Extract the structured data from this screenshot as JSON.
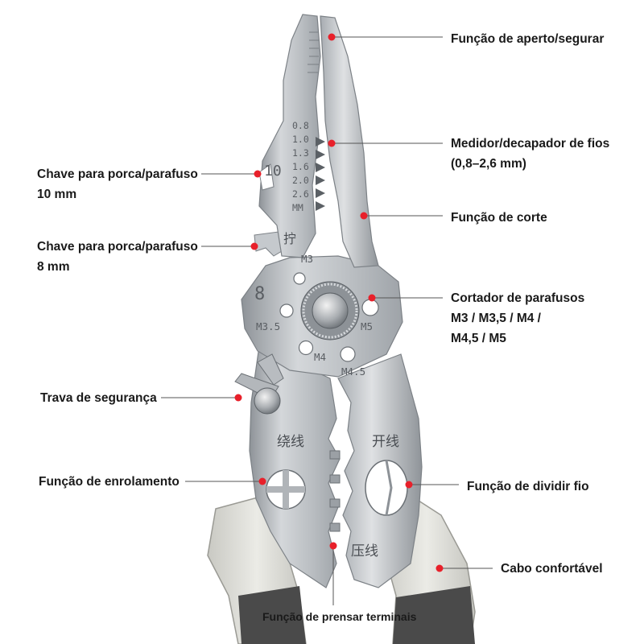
{
  "colors": {
    "accent": "#e8202a",
    "steel": "#bfc3c7",
    "grip_light": "#dcdcd6",
    "grip_dark": "#4a4a4a",
    "text": "#1a1a1a"
  },
  "callouts": {
    "grip": "Função de aperto/segurar",
    "gauge_line1": "Medidor/decapador de fios",
    "gauge_line2": "(0,8–2,6 mm)",
    "cut": "Função de corte",
    "bolt_line1": "Cortador de parafusos",
    "bolt_line2": "M3 / M3,5 / M4 /",
    "bolt_line3": "M4,5 / M5",
    "nut10_line1": "Chave para porca/parafuso",
    "nut10_line2": "10 mm",
    "nut8_line1": "Chave para porca/parafuso",
    "nut8_line2": "8 mm",
    "lock": "Trava de segurança",
    "wind": "Função de enrolamento",
    "split": "Função de dividir fio",
    "handle": "Cabo confortável",
    "crimp": "Função de prensar terminais"
  },
  "tool_markings": {
    "gauges": [
      "0.8",
      "1.0",
      "1.3",
      "1.6",
      "2.0",
      "2.6"
    ],
    "gauge_unit": "MM",
    "wrench_10": "10",
    "wrench_8": "8",
    "bolt_sizes": [
      "M3",
      "M3.5",
      "M4",
      "M4.5",
      "M5"
    ],
    "char_twist": "拧",
    "char_wind": "绕线",
    "char_strip": "开线",
    "char_crimp": "压线"
  }
}
